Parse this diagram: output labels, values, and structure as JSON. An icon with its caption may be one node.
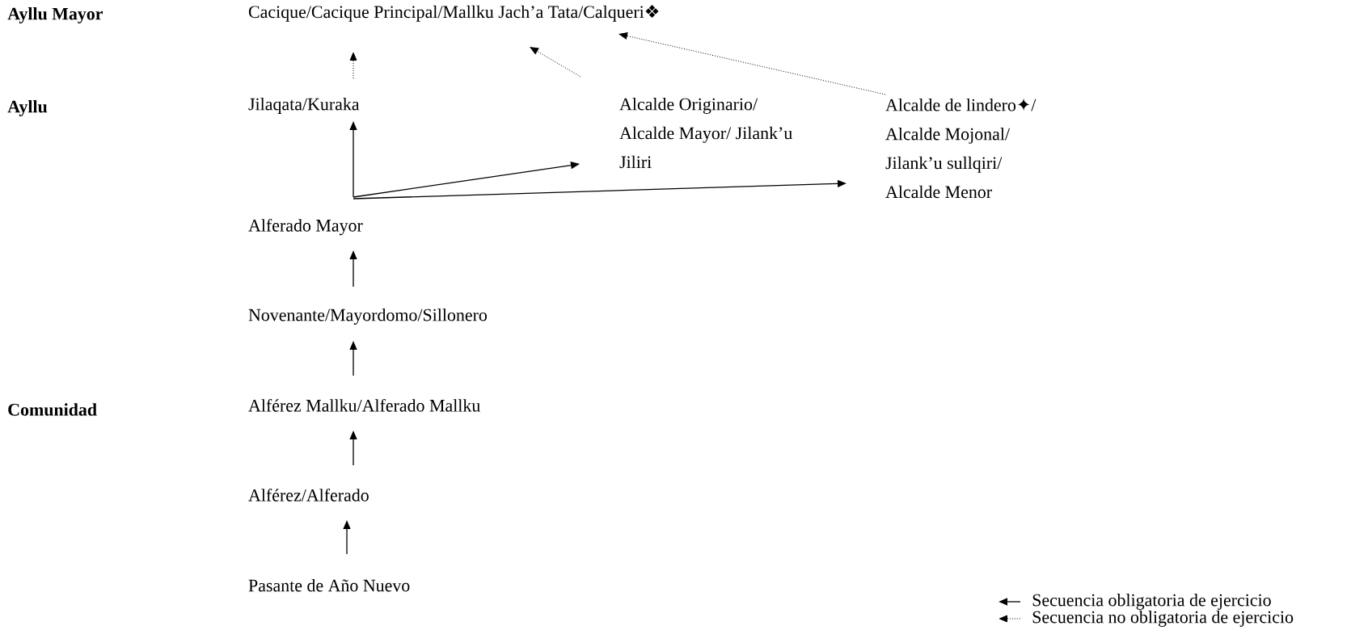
{
  "diagram": {
    "nodes": [
      {
        "text": [
          "Cacique/Cacique Principal/Mallku Jach’a Tata/Calqueri❖"
        ]
      },
      {
        "text": [
          "Jilaqata/Kuraka"
        ]
      },
      {
        "text": [
          "Alcalde Originario/ Alcalde Mayor/ Jilank’u Jiliri"
        ]
      },
      {
        "text": [
          "Alcalde de lindero✦/ Alcalde Mojonal/ Jilank’u sullqiri/ Alcalde Menor"
        ]
      },
      {
        "text": [
          "Alferado Mayor"
        ]
      },
      {
        "text": [
          "Novenante/Mayordomo/Sillonero"
        ]
      },
      {
        "text": [
          "Alférez Mallku/Alferado Mallku"
        ]
      },
      {
        "text": [
          "Alférez/Alferado"
        ]
      },
      {
        "text": [
          "Pasante de Año Nuevo"
        ]
      }
    ],
    "edges": [
      {
        "from": 1,
        "to": 0,
        "arrow": "to",
        "style": "dashed"
      },
      {
        "from": 2,
        "to": 0,
        "arrow": "to",
        "style": "dashed"
      },
      {
        "from": 3,
        "to": 0,
        "arrow": "to",
        "style": "dashed"
      },
      {
        "from": 4,
        "to": 1,
        "arrow": "to"
      },
      {
        "from": 4,
        "to": 2,
        "arrow": "to"
      },
      {
        "from": 4,
        "to": 3,
        "arrow": "to"
      },
      {
        "from": 5,
        "to": 4,
        "arrow": "to"
      },
      {
        "from": 6,
        "to": 5,
        "arrow": "to"
      },
      {
        "from": 7,
        "to": 6,
        "arrow": "to"
      },
      {
        "from": 8,
        "to": 7,
        "arrow": "to"
      }
    ],
    "labels": [
      "Ayllu Mayor",
      "Ayllu",
      "Comunidad"
    ],
    "legend": [
      {
        "text": "Secuencia obligatoria de ejercicio"
      },
      {
        "text": "Secuencia no obligatoria de ejercicio"
      }
    ]
  }
}
